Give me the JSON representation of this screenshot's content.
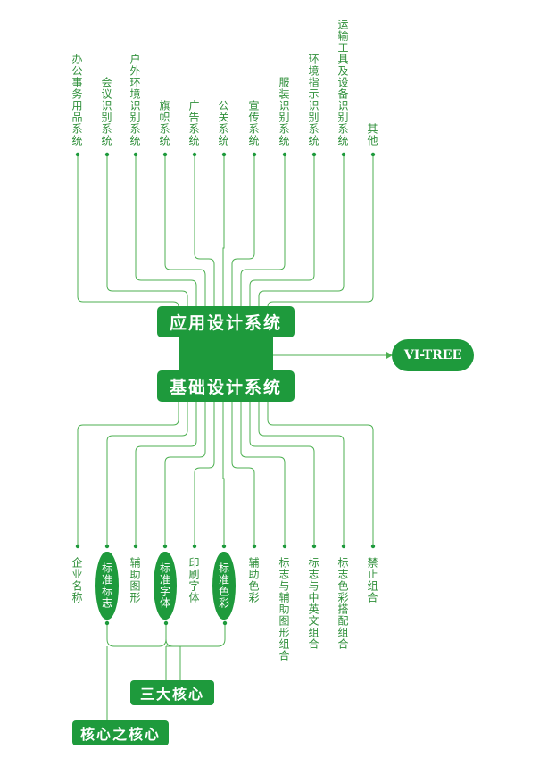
{
  "colors": {
    "green": "#1e9a3c",
    "line": "#4caf50",
    "text": "#2f8f3a"
  },
  "application": {
    "title": "应用设计系统",
    "items": [
      "办公事务用品系统",
      "会议识别系统",
      "户外环境识别系统",
      "旗帜系统",
      "广告系统",
      "公关系统",
      "宣传系统",
      "服装识别系统",
      "环境指示识别系统",
      "运输工具及设备识别系统",
      "其他"
    ]
  },
  "basic": {
    "title": "基础设计系统",
    "items": [
      "企业名称",
      "标准标志",
      "辅助图形",
      "标准字体",
      "印刷字体",
      "标准色彩",
      "辅助色彩",
      "标志与辅助图形组合",
      "标志与中英文组合",
      "标志色彩搭配组合",
      "禁止组合"
    ]
  },
  "output": "VI-TREE",
  "three_core": "三大核心",
  "core_of_core": "核心之核心"
}
